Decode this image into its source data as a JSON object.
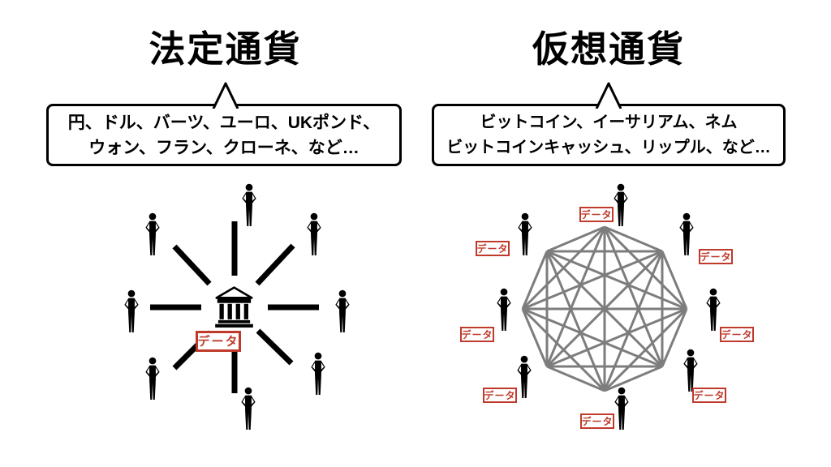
{
  "left_panel": {
    "title": "法定通貨",
    "bubble": {
      "line1": "円、ドル、バーツ、ユーロ、UKポンド、",
      "line2": "ウォン、フラン、クローネ、など…"
    },
    "data_label": "データ",
    "center_icon": "bank-icon",
    "person_icon": "person-icon"
  },
  "right_panel": {
    "title": "仮想通貨",
    "bubble": {
      "line1": "ビットコイン、イーサリアム、ネム",
      "line2": "ビットコインキャッシュ、リップル、など…"
    },
    "data_label": "データ",
    "person_icon": "person-icon"
  },
  "colors": {
    "label_red": "#bf3a2b",
    "mesh_gray": "#7d7d7d",
    "ink_black": "#000000",
    "background": "#ffffff"
  }
}
